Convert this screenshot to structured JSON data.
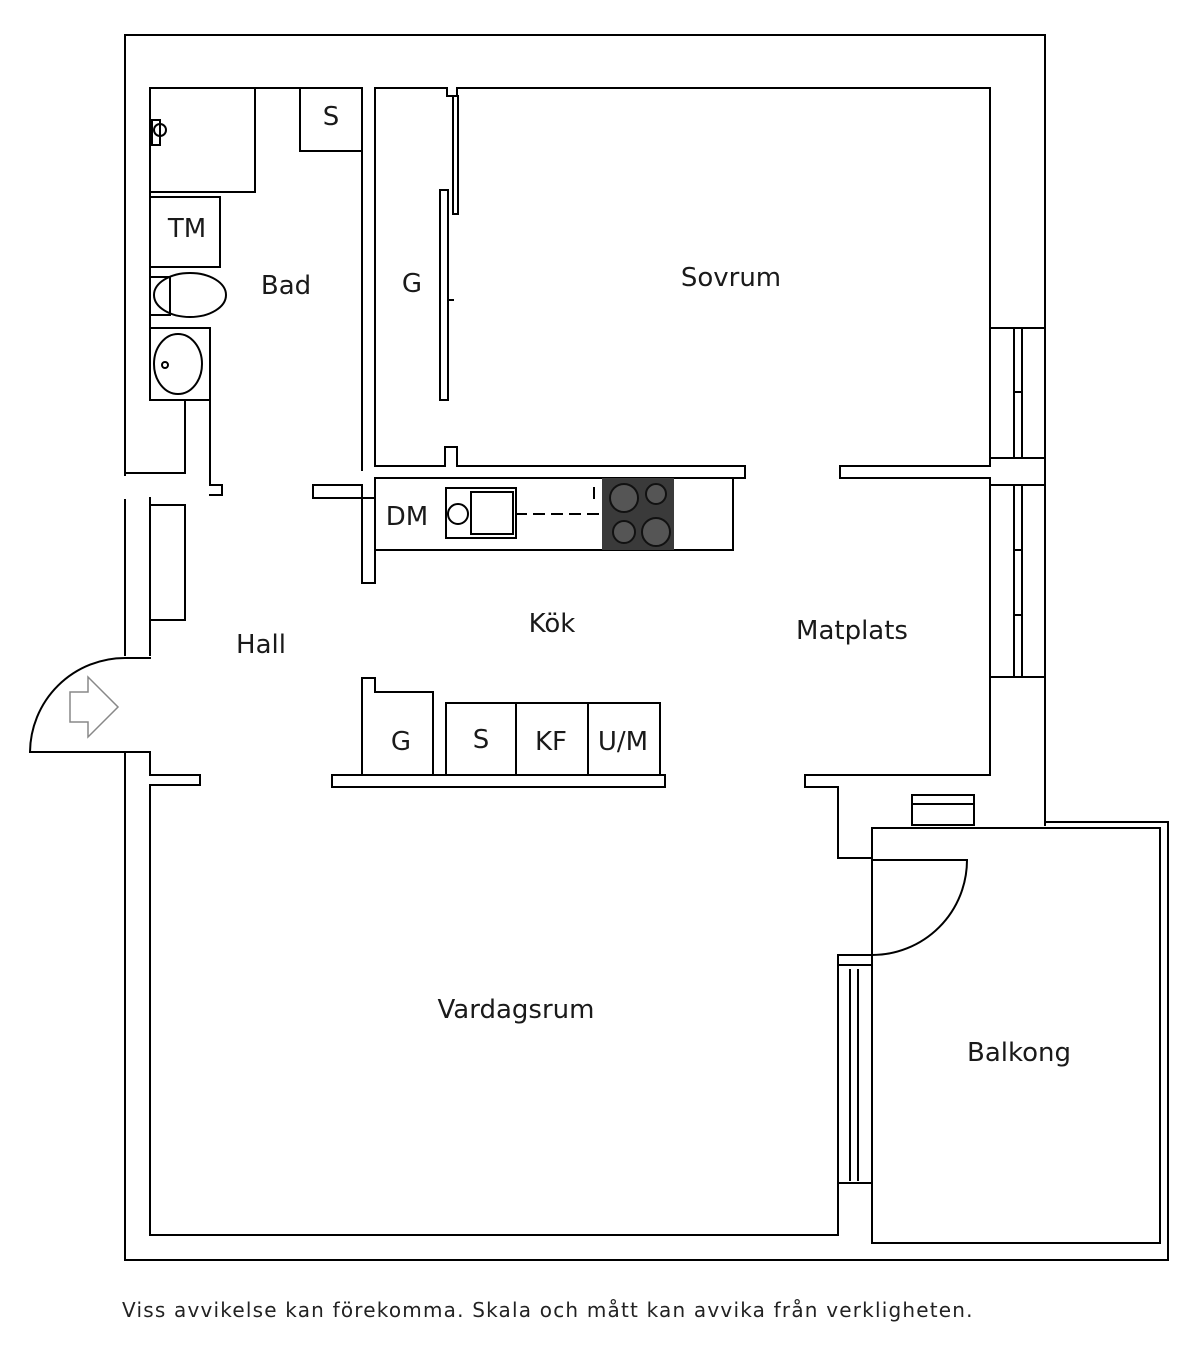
{
  "rooms": {
    "bad": "Bad",
    "sovrum": "Sovrum",
    "hall": "Hall",
    "kok": "Kök",
    "matplats": "Matplats",
    "vardagsrum": "Vardagsrum",
    "balkong": "Balkong"
  },
  "fixtures": {
    "bad_storage": "S",
    "bad_dryer": "TM",
    "bedroom_wardrobe": "G",
    "dishwasher": "DM",
    "kitchen_wardrobe": "G",
    "kitchen_storage": "S",
    "fridge_freezer": "KF",
    "oven_microwave": "U/M"
  },
  "disclaimer": "Viss avvikelse kan förekomma. Skala och mått kan avvika från verkligheten.",
  "colors": {
    "line": "#000000",
    "hob": "#3a3a3a",
    "burner": "#555555",
    "background": "#ffffff"
  }
}
